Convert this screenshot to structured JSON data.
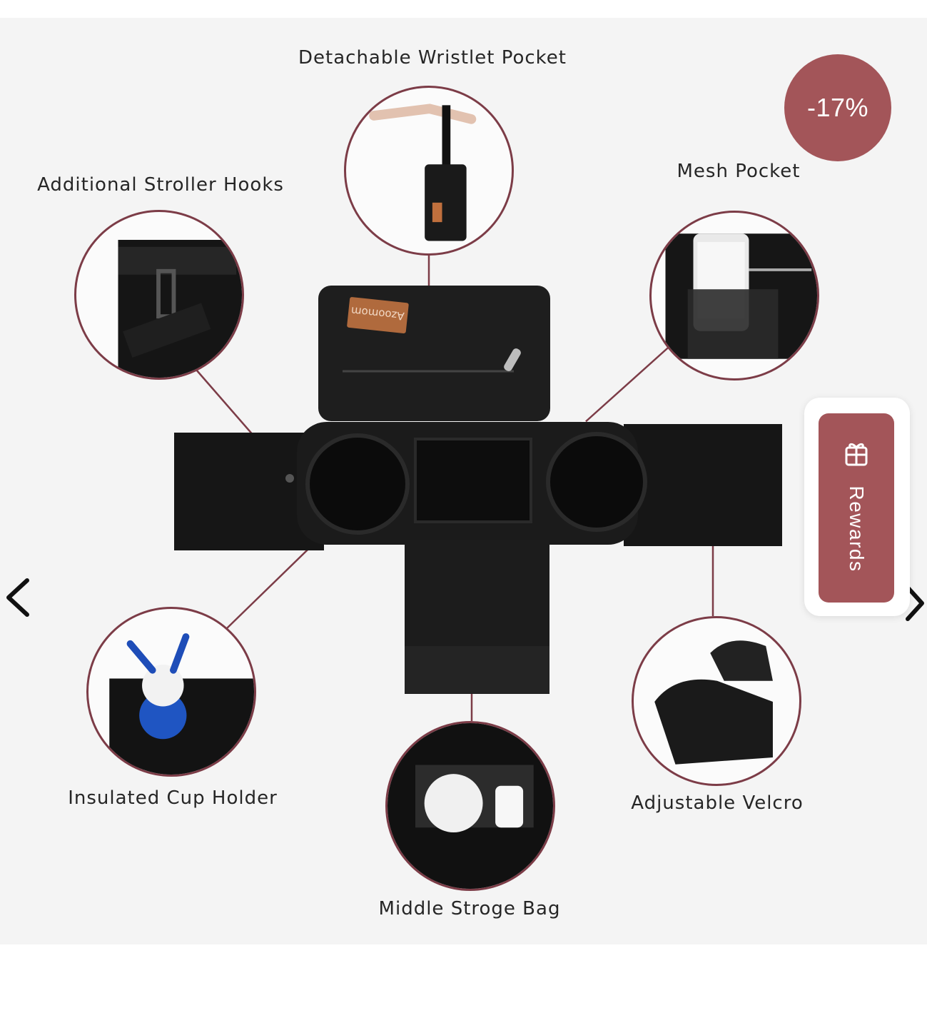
{
  "gallery": {
    "discount_badge": "-17%",
    "features": [
      {
        "label": "Detachable Wristlet Pocket"
      },
      {
        "label": "Mesh Pocket"
      },
      {
        "label": "Additional Stroller Hooks"
      },
      {
        "label": "Insulated Cup Holder"
      },
      {
        "label": "Middle Stroge Bag"
      },
      {
        "label": "Adjustable Velcro"
      }
    ],
    "product_patch_text": "Azoomom",
    "prev_icon": "chevron-left-icon",
    "next_icon": "chevron-right-icon"
  },
  "rewards": {
    "label": "Rewards",
    "icon": "gift-icon"
  },
  "colors": {
    "accent": "#a35559",
    "connector": "#7c3c47",
    "background": "#f4f4f4"
  }
}
